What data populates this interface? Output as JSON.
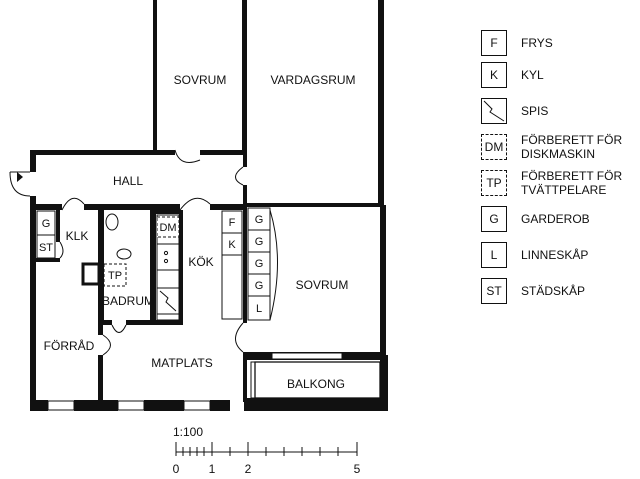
{
  "rooms": {
    "sovrum_1": "SOVRUM",
    "vardagsrum": "VARDAGSRUM",
    "hall": "HALL",
    "klk": "KLK",
    "dm": "DM",
    "kok": "KÖK",
    "tp": "TP",
    "badrum": "BADRUM",
    "sovrum_2": "SOVRUM",
    "forrad": "FÖRRÅD",
    "matplats": "MATPLATS",
    "balkong": "BALKONG"
  },
  "fixtures": {
    "g": "G",
    "st": "ST",
    "f": "F",
    "k": "K",
    "l": "L"
  },
  "legend": [
    {
      "code": "F",
      "label": "FRYS",
      "style": "solid"
    },
    {
      "code": "K",
      "label": "KYL",
      "style": "solid"
    },
    {
      "code": "",
      "label": "SPIS",
      "style": "solid",
      "icon": "stove-icon"
    },
    {
      "code": "DM",
      "label": "FÖRBERETT FÖR",
      "label2": "DISKMASKIN",
      "style": "dashed"
    },
    {
      "code": "TP",
      "label": "FÖRBERETT FÖR",
      "label2": "TVÄTTPELARE",
      "style": "dashed"
    },
    {
      "code": "G",
      "label": "GARDEROB",
      "style": "solid"
    },
    {
      "code": "L",
      "label": "LINNESKÅP",
      "style": "solid"
    },
    {
      "code": "ST",
      "label": "STÄDSKÅP",
      "style": "solid"
    }
  ],
  "scale": {
    "label": "1:100",
    "ticks": [
      "0",
      "1",
      "2",
      "5"
    ]
  },
  "colors": {
    "wall": "#111111",
    "background": "#ffffff"
  }
}
